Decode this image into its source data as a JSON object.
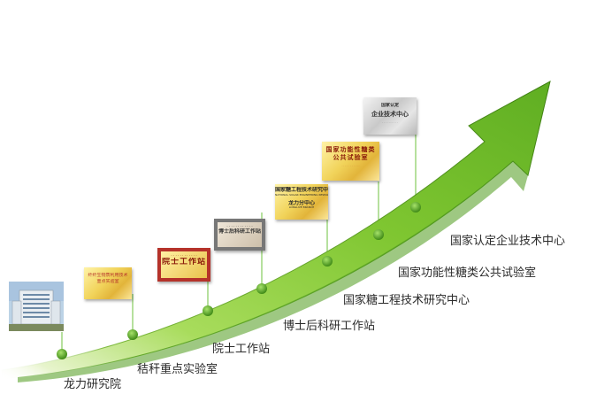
{
  "milestones": [
    {
      "label": "龙力研究院"
    },
    {
      "label": "秸秆重点实验室",
      "plaque_text": [
        "纤纤生物质利用技术",
        "重点实验室"
      ]
    },
    {
      "label": "院士工作站",
      "plaque_text": [
        "院士工作站"
      ]
    },
    {
      "label": "博士后科研工作站",
      "plaque_text": [
        "博士后科研工作站"
      ]
    },
    {
      "label": "国家糖工程技术研究中心",
      "plaque_text": [
        "国家糖工程技术研究中心",
        "NATIONAL SUGAR ENGINEERING RESEARCH CENTER",
        "龙力分中心",
        "LONGLIVE BRANCH"
      ]
    },
    {
      "label": "国家功能性糖类公共试验室",
      "plaque_text": [
        "国家功能性糖类",
        "公共试验室"
      ]
    },
    {
      "label": "国家认定企业技术中心",
      "plaque_text": [
        "国家认定",
        "企业技术中心"
      ]
    }
  ],
  "colors": {
    "arrow": "#7dc72e",
    "arrow_dark": "#4f9a1c",
    "dot": "#57a820",
    "stem": "#8fd06a"
  }
}
